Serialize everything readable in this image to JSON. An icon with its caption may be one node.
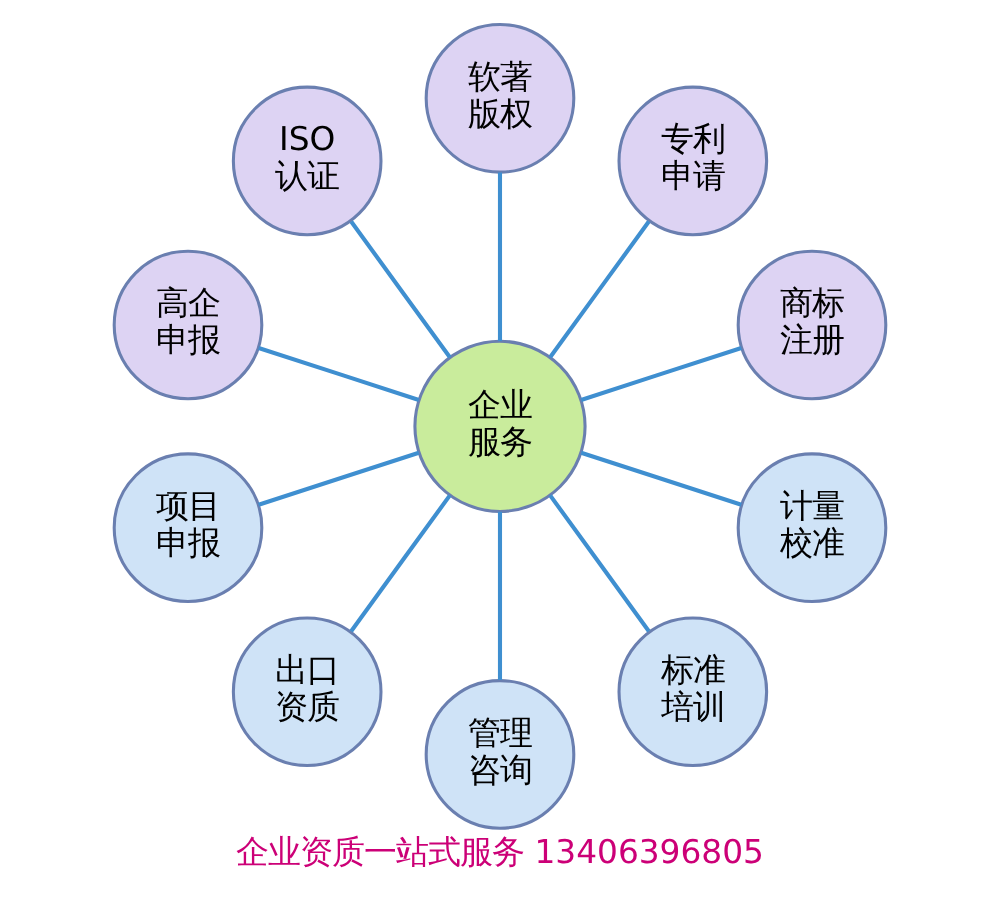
{
  "diagram": {
    "caption": "企业资质一站式服务 13406396805",
    "nodes": [
      {
        "text": [
          "企业服务"
        ]
      },
      {
        "text": [
          "商标注册"
        ]
      },
      {
        "text": [
          "专利申请"
        ]
      },
      {
        "text": [
          "软著版权"
        ]
      },
      {
        "text": [
          "ISO认证"
        ]
      },
      {
        "text": [
          "高企申报"
        ]
      },
      {
        "text": [
          "项目申报"
        ]
      },
      {
        "text": [
          "出口资质"
        ]
      },
      {
        "text": [
          "管理咨询"
        ]
      },
      {
        "text": [
          "标准培训"
        ]
      },
      {
        "text": [
          "计量校准"
        ]
      }
    ],
    "edges": [
      {
        "from": 0,
        "to": 1,
        "arrow": "none"
      },
      {
        "from": 0,
        "to": 2,
        "arrow": "none"
      },
      {
        "from": 0,
        "to": 3,
        "arrow": "none"
      },
      {
        "from": 0,
        "to": 4,
        "arrow": "none"
      },
      {
        "from": 0,
        "to": 5,
        "arrow": "none"
      },
      {
        "from": 0,
        "to": 6,
        "arrow": "none"
      },
      {
        "from": 0,
        "to": 7,
        "arrow": "none"
      },
      {
        "from": 0,
        "to": 8,
        "arrow": "none"
      },
      {
        "from": 0,
        "to": 9,
        "arrow": "none"
      },
      {
        "from": 0,
        "to": 10,
        "arrow": "none"
      }
    ]
  }
}
